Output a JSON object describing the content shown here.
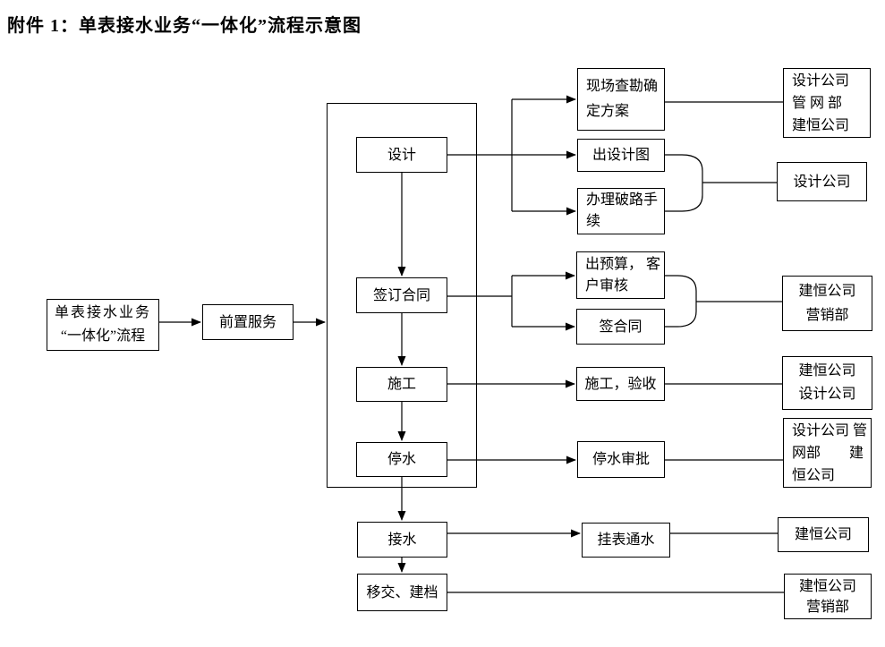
{
  "page": {
    "title": "附件 1：单表接水业务“一体化”流程示意图"
  },
  "colors": {
    "line": "#000000",
    "background": "#ffffff",
    "text": "#000000"
  },
  "nodes": {
    "start": {
      "line1": "单表接水业务",
      "line2": "“一体化”流程"
    },
    "pre_service": {
      "label": "前置服务"
    },
    "design": {
      "label": "设计"
    },
    "sign_contract": {
      "label": "签订合同"
    },
    "construction": {
      "label": "施工"
    },
    "stop_water": {
      "label": "停水"
    },
    "connect_water": {
      "label": "接水"
    },
    "handover": {
      "label": "移交、建档"
    },
    "site_survey": {
      "line1": "现场查勘确",
      "line2": "定方案"
    },
    "issue_drawing": {
      "label": "出设计图"
    },
    "road_permit": {
      "line1": "办理破路手",
      "line2": "续"
    },
    "budget": {
      "line1": "出预算， 客",
      "line2": "户审核"
    },
    "sign_agreement": {
      "label": "签合同"
    },
    "construct_accept": {
      "label": "施工，验收"
    },
    "stop_approval": {
      "label": "停水审批"
    },
    "meter_install": {
      "label": "挂表通水"
    },
    "resp_survey": {
      "line1": "设计公司",
      "line2": "管 网 部",
      "line3": "建恒公司"
    },
    "resp_design": {
      "label": "设计公司"
    },
    "resp_contract": {
      "line1": "建恒公司",
      "line2": "营销部"
    },
    "resp_construct": {
      "line1": "建恒公司",
      "line2": "设计公司"
    },
    "resp_stop": {
      "line1": "设计公司 管",
      "line2": "网部　　建",
      "line3": "恒公司"
    },
    "resp_meter": {
      "label": "建恒公司"
    },
    "resp_archive": {
      "line1": "建恒公司",
      "line2": "营销部"
    }
  }
}
